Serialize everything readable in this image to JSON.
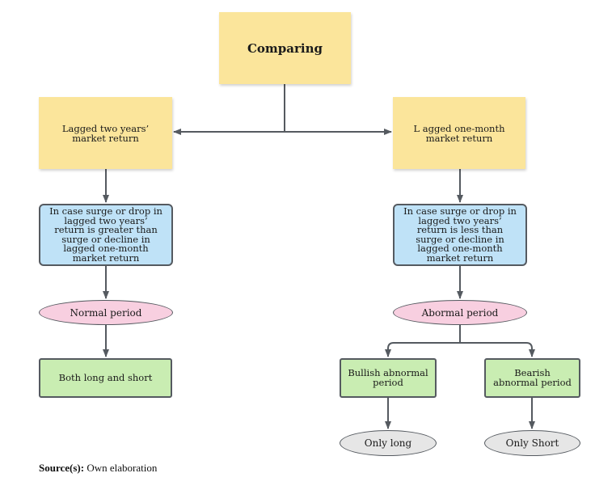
{
  "nodes": {
    "comparing": "Comparing",
    "lagged_two_years": "Lagged two years’ market return",
    "lagged_one_month": "L agged one-month market return",
    "condition_left": "In case surge or drop in lagged two years’ return is greater than surge or decline in lagged one-month market return",
    "condition_right": "In case surge or drop in lagged two years’ return is less than surge or decline in lagged one-month market return",
    "normal_period": "Normal period",
    "abnormal_period": "Abormal period",
    "both_long_short": "Both long and short",
    "bullish_abnormal": "Bullish abnormal period",
    "bearish_abnormal": "Bearish abnormal period",
    "only_long": "Only long",
    "only_short": "Only Short"
  },
  "source": {
    "label": "Source(s):",
    "text": "Own elaboration"
  },
  "colors": {
    "sticky": "#fbe59b",
    "condition": "#bfe2f7",
    "period": "#f8cfe0",
    "outcome": "#c9edb2",
    "terminal": "#e6e6e6",
    "connector": "#555a60"
  }
}
